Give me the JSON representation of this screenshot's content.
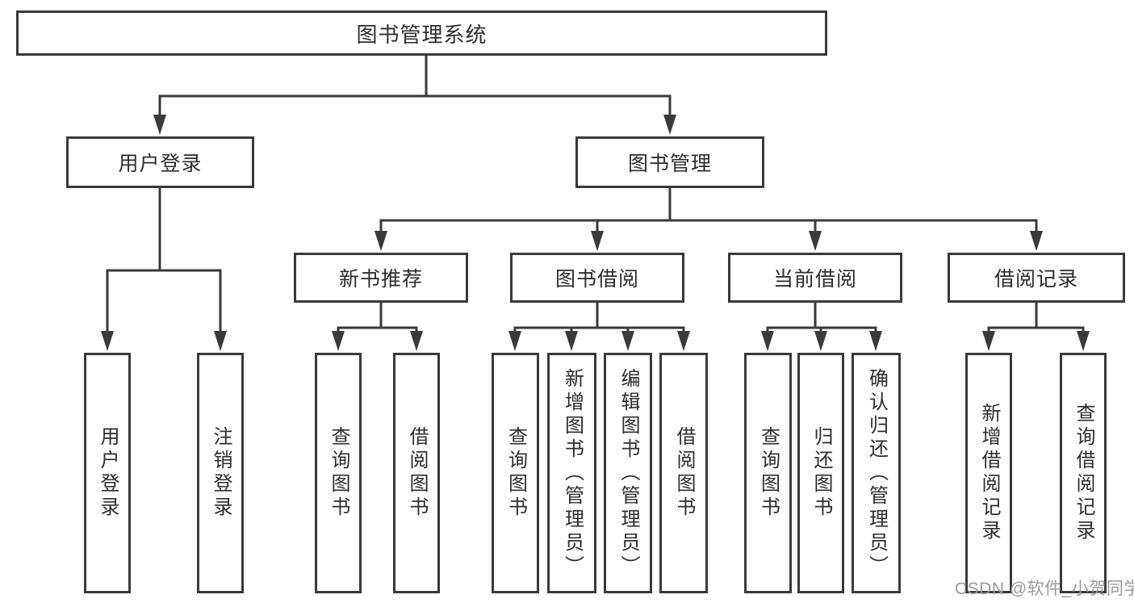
{
  "diagram": {
    "title": "图书管理系统",
    "nodes": {
      "root": "图书管理系统",
      "level2": [
        {
          "label": "用户登录"
        },
        {
          "label": "图书管理"
        }
      ],
      "level3": [
        {
          "label": "新书推荐"
        },
        {
          "label": "图书借阅"
        },
        {
          "label": "当前借阅"
        },
        {
          "label": "借阅记录"
        }
      ],
      "leaves": [
        {
          "label": "用户登录"
        },
        {
          "label": "注销登录"
        },
        {
          "label": "查询图书"
        },
        {
          "label": "借阅图书"
        },
        {
          "label": "查询图书"
        },
        {
          "label": "新增图书（管理员）"
        },
        {
          "label": "编辑图书（管理员）"
        },
        {
          "label": "借阅图书"
        },
        {
          "label": "查询图书"
        },
        {
          "label": "归还图书"
        },
        {
          "label": "确认归还（管理员）"
        },
        {
          "label": "新增借阅记录"
        },
        {
          "label": "查询借阅记录"
        }
      ]
    },
    "structure": [
      {
        "parent": "图书管理系统",
        "children": [
          "用户登录",
          "图书管理"
        ]
      },
      {
        "parent": "用户登录",
        "children": [
          "用户登录",
          "注销登录"
        ]
      },
      {
        "parent": "图书管理",
        "children": [
          "新书推荐",
          "图书借阅",
          "当前借阅",
          "借阅记录"
        ]
      },
      {
        "parent": "新书推荐",
        "children": [
          "查询图书",
          "借阅图书"
        ]
      },
      {
        "parent": "图书借阅",
        "children": [
          "查询图书",
          "新增图书（管理员）",
          "编辑图书（管理员）",
          "借阅图书"
        ]
      },
      {
        "parent": "当前借阅",
        "children": [
          "查询图书",
          "归还图书",
          "确认归还（管理员）"
        ]
      },
      {
        "parent": "借阅记录",
        "children": [
          "新增借阅记录",
          "查询借阅记录"
        ]
      }
    ]
  },
  "watermark": {
    "text": "CSDN @软件_小贺同学",
    "color": "#9b9b9b"
  },
  "colors": {
    "line": "#3a3a3a",
    "text": "#2d2d2d",
    "background": "#ffffff"
  }
}
